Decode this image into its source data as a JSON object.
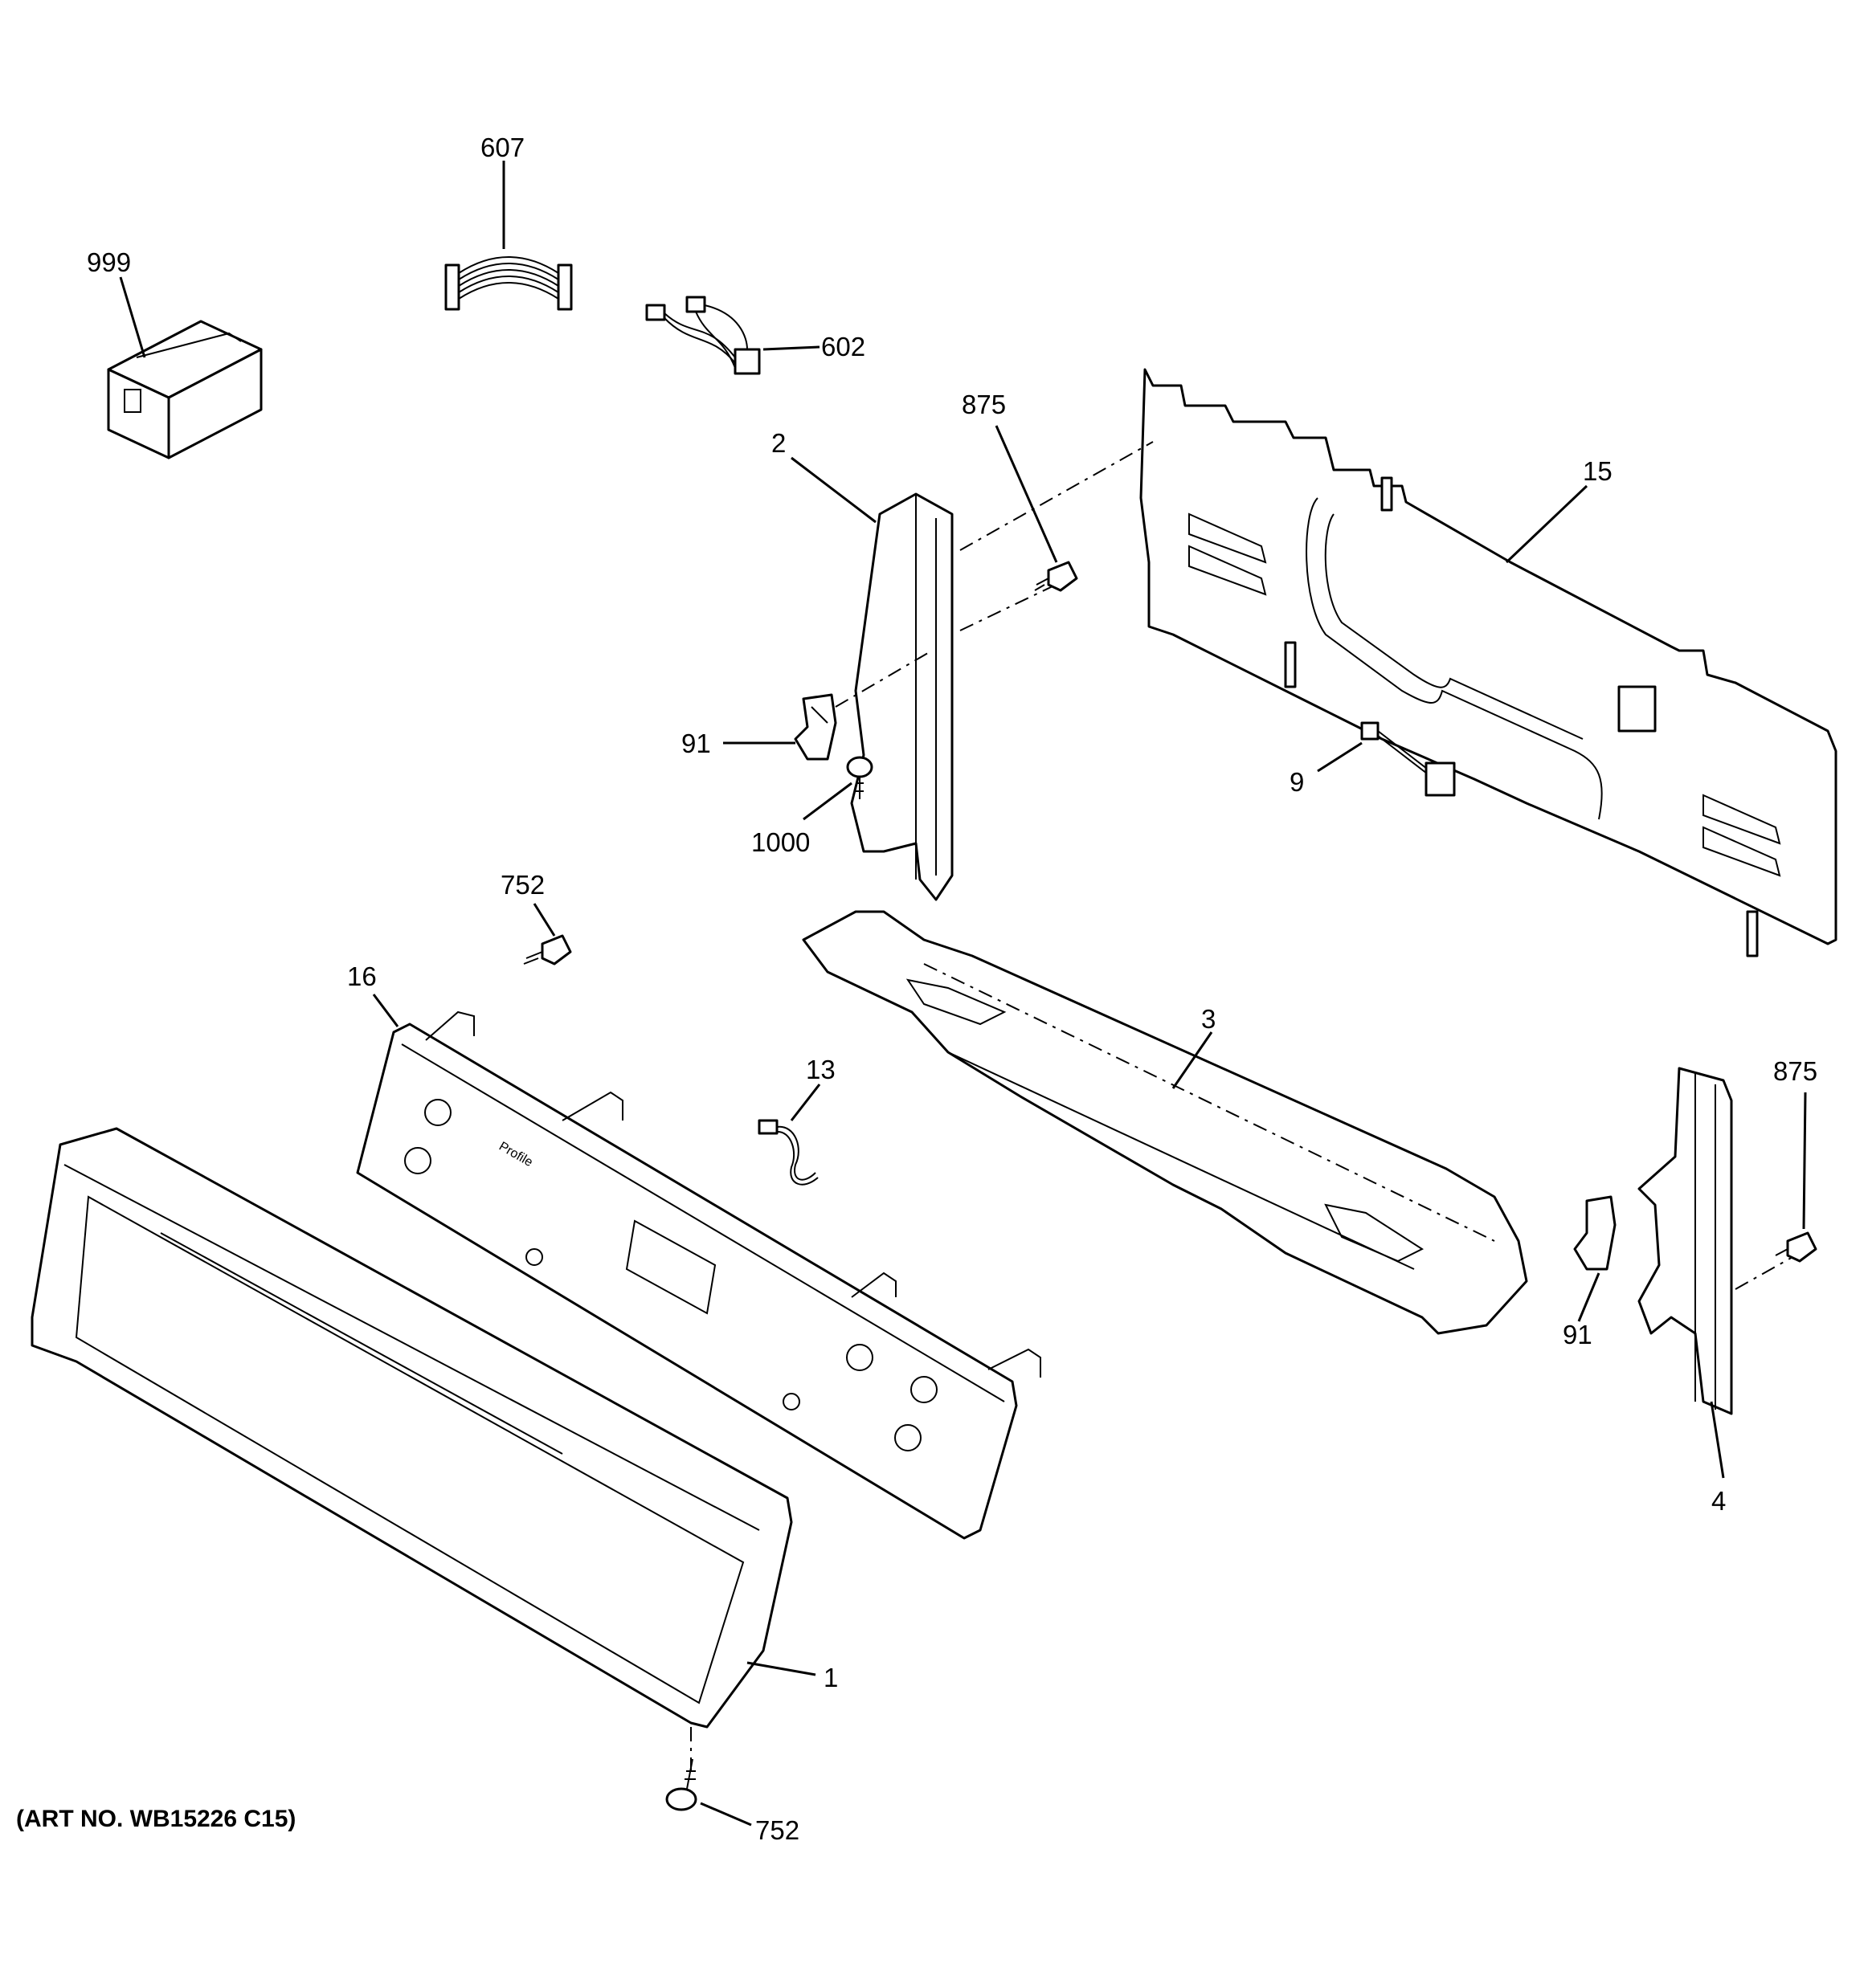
{
  "diagram": {
    "art_number": "(ART NO. WB15226 C15)",
    "panel_brand": "Profile",
    "callouts": {
      "c999": "999",
      "c607": "607",
      "c602": "602",
      "c875a": "875",
      "c2": "2",
      "c15": "15",
      "c91a": "91",
      "c1000": "1000",
      "c9": "9",
      "c752a": "752",
      "c16": "16",
      "c3": "3",
      "c13": "13",
      "c875b": "875",
      "c91b": "91",
      "c4": "4",
      "c1": "1",
      "c752b": "752"
    }
  }
}
